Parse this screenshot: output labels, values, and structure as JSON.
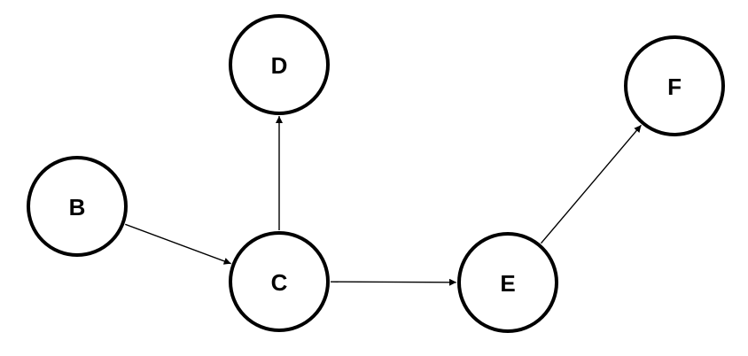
{
  "diagram": {
    "type": "directed-graph",
    "nodes": [
      {
        "id": "B",
        "label": "B"
      },
      {
        "id": "C",
        "label": "C"
      },
      {
        "id": "D",
        "label": "D"
      },
      {
        "id": "E",
        "label": "E"
      },
      {
        "id": "F",
        "label": "F"
      }
    ],
    "edges": [
      {
        "from": "B",
        "to": "C"
      },
      {
        "from": "C",
        "to": "D"
      },
      {
        "from": "C",
        "to": "E"
      },
      {
        "from": "E",
        "to": "F"
      }
    ]
  },
  "colors": {
    "stroke": "#000000",
    "node_fill": "#ffffff",
    "background": "#ffffff"
  }
}
